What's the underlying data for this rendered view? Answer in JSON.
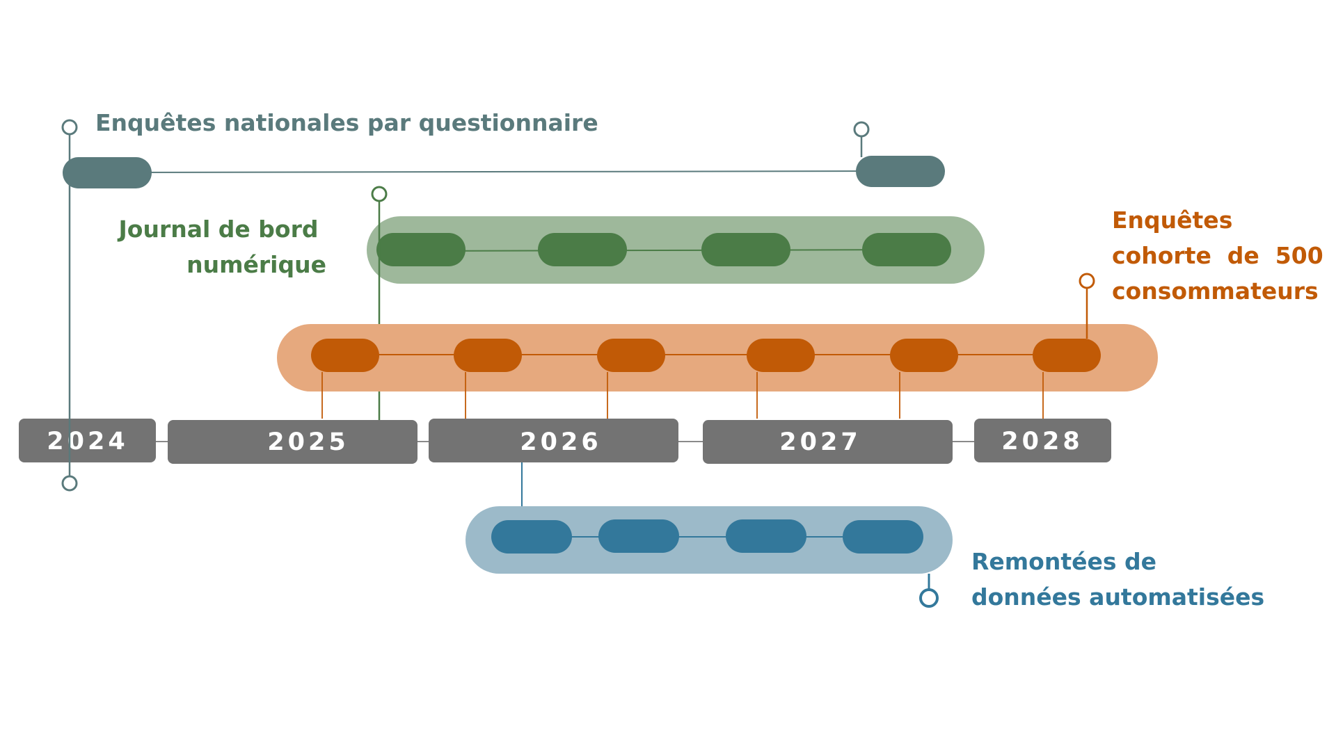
{
  "timeline": {
    "years": [
      "2024",
      "2025",
      "2026",
      "2027",
      "2028"
    ]
  },
  "tracks": [
    {
      "id": "questionnaire",
      "label_lines": [
        "Enquêtes nationales par questionnaire"
      ],
      "colors": {
        "main": "#5a7a7c",
        "halo": "none"
      }
    },
    {
      "id": "journal",
      "label_lines": [
        "Journal de bord",
        "numérique"
      ],
      "colors": {
        "main": "#4b7c47",
        "halo": "#9eb89b"
      }
    },
    {
      "id": "cohorte",
      "label_lines": [
        "Enquêtes",
        "cohorte  de  500",
        "consommateurs"
      ],
      "colors": {
        "main": "#c15a06",
        "halo": "#e6a97e"
      }
    },
    {
      "id": "remontees",
      "label_lines": [
        "Remontées de",
        "données automatisées"
      ],
      "colors": {
        "main": "#33789b",
        "halo": "#9cbac9"
      }
    }
  ],
  "colors": {
    "year_box": "#737373",
    "year_text": "#ffffff",
    "axis_line": "#8a8a8a",
    "background": "#ffffff"
  }
}
